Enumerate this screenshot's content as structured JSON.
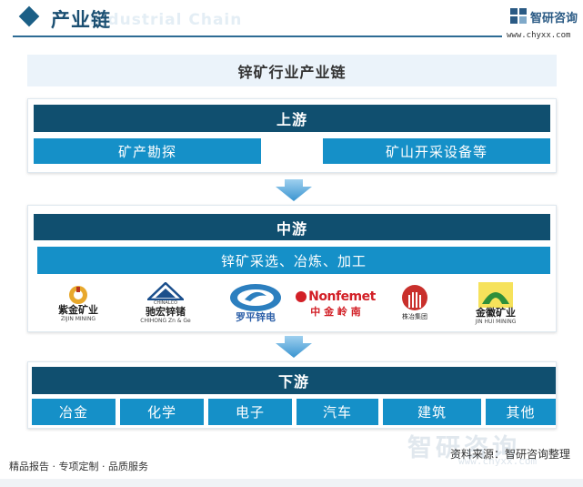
{
  "header": {
    "title": "产业链",
    "title_en": "Industrial Chain",
    "brand_name": "智研咨询",
    "brand_url": "www.chyxx.com"
  },
  "chart_title": "锌矿行业产业链",
  "upstream": {
    "label": "上游",
    "items": [
      "矿产勘探",
      "矿山开采设备等"
    ]
  },
  "midstream": {
    "label": "中游",
    "process": "锌矿采选、冶炼、加工",
    "companies": [
      {
        "cn": "紫金矿业",
        "en": "ZIJIN MINING"
      },
      {
        "cn": "驰宏锌锗",
        "en": "CHIHONG Zn & Ge",
        "brand": "CHINALCO"
      },
      {
        "cn": "罗平锌电",
        "en": ""
      },
      {
        "cn": "中 金 岭 南",
        "en": "",
        "brand": "Nonfemet"
      },
      {
        "cn": "株冶集团",
        "en": ""
      },
      {
        "cn": "金徽矿业",
        "en": "JIN HUI MINING"
      }
    ]
  },
  "downstream": {
    "label": "下游",
    "items": [
      "冶金",
      "化学",
      "电子",
      "汽车",
      "建筑",
      "其他"
    ]
  },
  "footer": {
    "tagline": "精品报告 · 专项定制 · 品质服务",
    "source": "资料来源：智研咨询整理",
    "watermark": "智研咨询",
    "watermark_url": "www.chyxx.com"
  },
  "colors": {
    "dark_blue": "#104f6f",
    "box_blue": "#1590c8",
    "arrow_blue": "#4da3d8",
    "light_panel": "#ebf3fa"
  }
}
